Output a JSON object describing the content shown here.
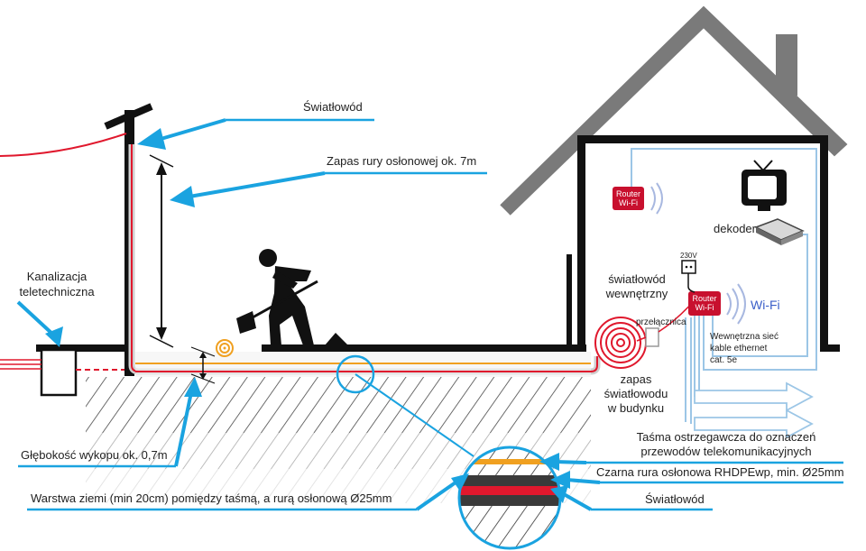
{
  "labels": {
    "swiatlowod_top": "Światłowód",
    "zapas_rury": "Zapas rury osłonowej ok. 7m",
    "kanalizacja_1": "Kanalizacja",
    "kanalizacja_2": "teletechniczna",
    "glebokosc": "Głębokość wykopu ok. 0,7m",
    "warstwa": "Warstwa ziemi (min 20cm) pomiędzy taśmą, a rurą osłonową Ø25mm",
    "tasma_1": "Taśma ostrzegawcza do oznaczeń",
    "tasma_2": "przewodów telekomunikacyjnych",
    "czarna_rura": "Czarna rura osłonowa RHDPEwp, min. Ø25mm",
    "swiatlowod_bottom": "Światłowód",
    "swiatlowod_wewn_1": "światłowód",
    "swiatlowod_wewn_2": "wewnętrzny",
    "zapas_sw_1": "zapas",
    "zapas_sw_2": "światłowodu",
    "zapas_sw_3": "w budynku",
    "przelacznica": "przełącznica",
    "v230": "230V",
    "dekoder": "dekoder",
    "wifi": "Wi-Fi",
    "router_1": "Router",
    "router_2": "Wi-Fi",
    "siec_1": "Wewnętrzna sieć",
    "siec_2": "kable ethernet",
    "siec_3": "cat. 5e"
  },
  "colors": {
    "arrow_blue": "#1aa3e0",
    "fiber_red": "#e0182d",
    "duct_orange": "#f0a020",
    "router_red": "#c8102e",
    "ethernet_blue": "#9cc6e6",
    "house_gray": "#7a7a7a"
  },
  "icons": [
    "tv-icon",
    "decoder-icon",
    "socket-icon",
    "router-icon",
    "wifi-icon",
    "worker-icon",
    "fiber-coil-icon"
  ]
}
